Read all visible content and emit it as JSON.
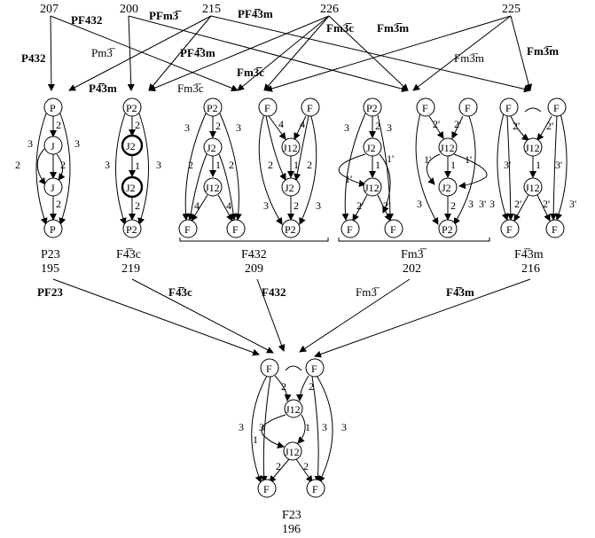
{
  "top_groups": [
    "207",
    "200",
    "215",
    "226",
    "225"
  ],
  "top_arrow_labels": [
    "P432",
    "Pm3̅",
    "PF432",
    "PFm3̅",
    "PF4̅3m",
    "PF4̅3m",
    "P4̅3m",
    "Fm3̅c",
    "Fm3̅c",
    "Fm3̅c",
    "Fm3̅m",
    "Fm3̅m",
    "Fm3̅m"
  ],
  "bottom_groups": [
    {
      "name": "P23",
      "number": "195"
    },
    {
      "name": "F4̅3c",
      "number": "219"
    },
    {
      "name": "F432",
      "number": "209"
    },
    {
      "name": "Fm3̅",
      "number": "202"
    },
    {
      "name": "F4̅3m",
      "number": "216"
    }
  ],
  "lower_arrow_labels": [
    "PF23",
    "F4̅3c",
    "F432",
    "Fm3̅",
    "F4̅3m"
  ],
  "final_group": {
    "name": "F23",
    "number": "196"
  },
  "node_labels": {
    "P": "P",
    "J": "J",
    "F": "F",
    "P2": "P2",
    "J2": "J2",
    "J12": "J12"
  },
  "edge_labels": {
    "two": "2",
    "three": "3",
    "one": "1",
    "four": "4",
    "two_p": "2'",
    "three_p": "3'",
    "one_p": "1'"
  }
}
